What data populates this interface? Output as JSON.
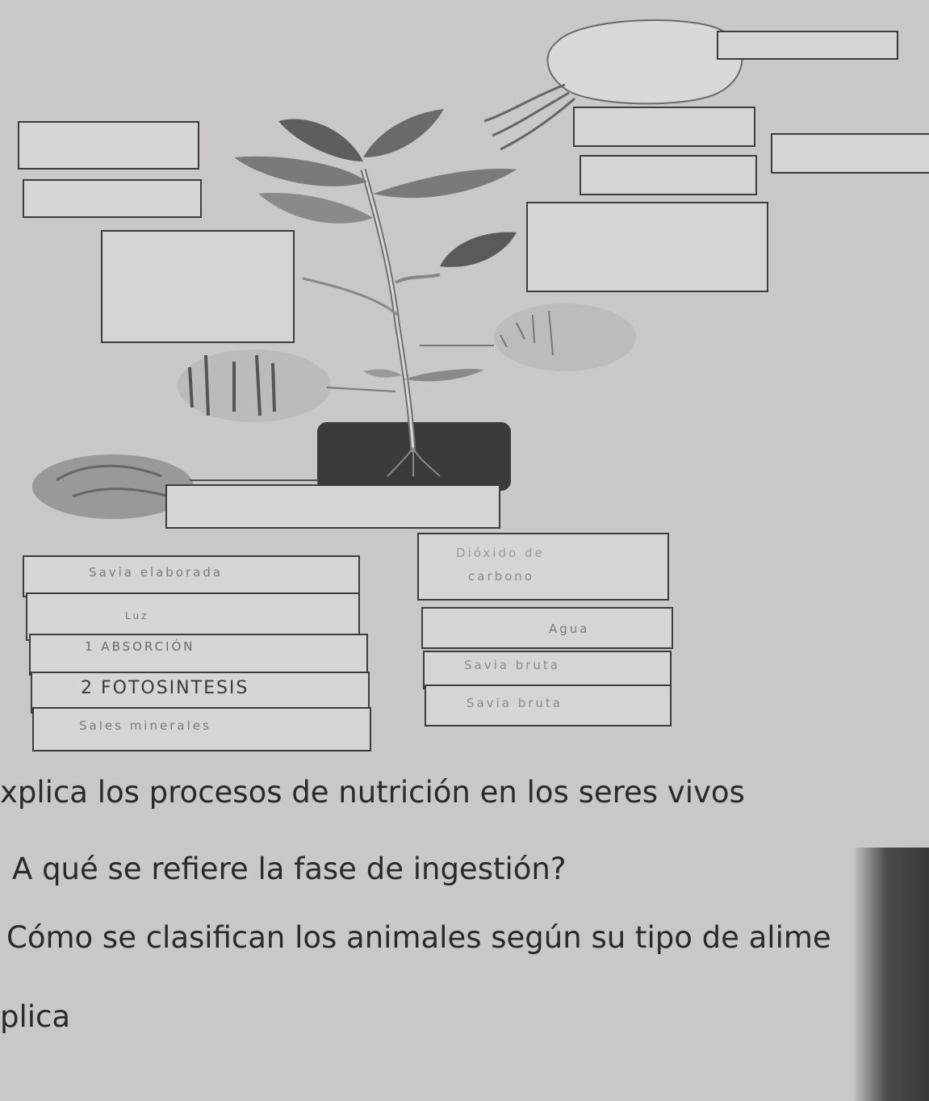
{
  "labels": {
    "savia_elaborada": "Savia elaborada",
    "luz": "Luz",
    "absorcion": "1 ABSORCIÓN",
    "fotosintesis": "2 FOTOSINTESIS",
    "sales_minerales": "Sales minerales",
    "dioxido_line1": "Dióxido de",
    "dioxido_line2": "carbono",
    "agua": "Agua",
    "savia_bruta_1": "Savia bruta",
    "savia_bruta_2": "Savia bruta"
  },
  "questions": {
    "q1": "xplica los procesos de nutrición en los seres vivos",
    "q2": "A qué se refiere la fase de ingestión?",
    "q3": "Cómo se clasifican los animales según su tipo de alime",
    "q4": "plica"
  }
}
